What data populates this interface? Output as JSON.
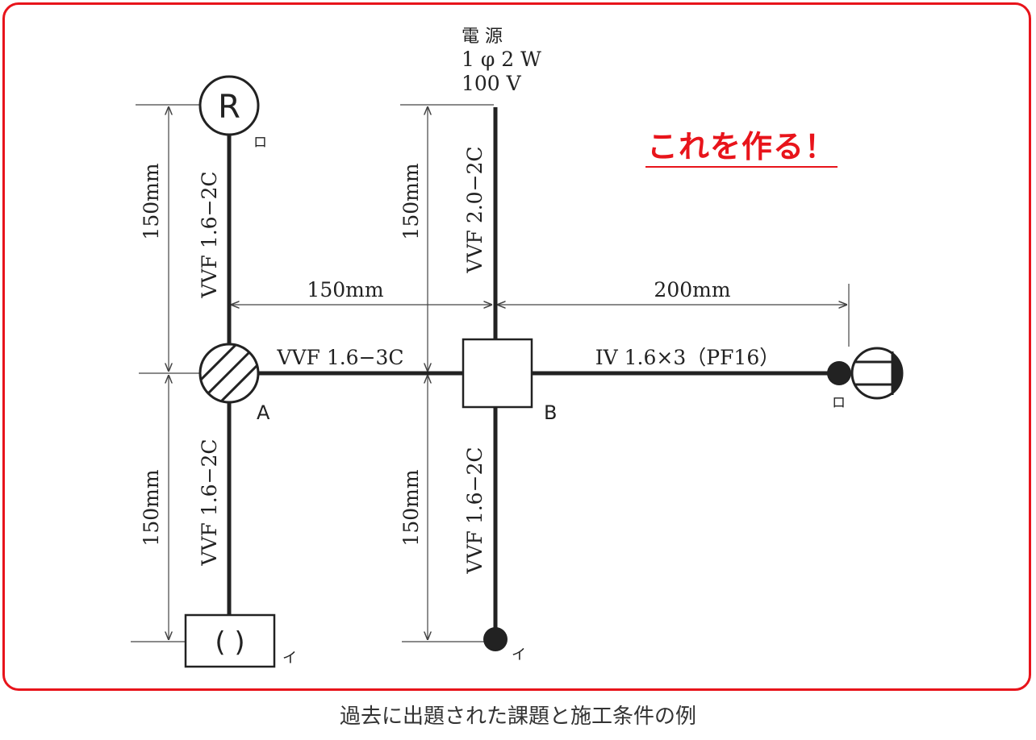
{
  "headline": "これを作る！",
  "caption": "過去に出題された課題と施工条件の例",
  "colors": {
    "accent": "#e8141b",
    "ink": "#222222"
  },
  "power_source": {
    "line1": "電 源",
    "line2": "1 φ 2 W",
    "line3": "100 V"
  },
  "cables": {
    "a_up": "VVF 1.6−2C",
    "a_down": "VVF 1.6−2C",
    "a_to_b": "VVF 1.6−3C",
    "source_to_b": "VVF 2.0−2C",
    "b_down": "VVF 1.6−2C",
    "b_right": "IV 1.6×3（PF16）"
  },
  "dimensions": {
    "left_upper": "150mm",
    "left_lower": "150mm",
    "a_to_b": "150mm",
    "center_upper": "150mm",
    "center_lower": "150mm",
    "b_to_right": "200mm"
  },
  "labels": {
    "box_a": "A",
    "box_b": "B",
    "receptacle_symbol": "R",
    "switch_top": "ロ",
    "switch_right": "ロ",
    "switch_bottom": "イ",
    "lamp_bottom": "イ",
    "lamp_bottom_symbol": "( )"
  },
  "icons": [
    "receptacle-r-icon",
    "hatched-junction-a-icon",
    "junction-box-b-icon",
    "switch-dot-icon",
    "lamp-holder-icon",
    "pilot-lamp-icon"
  ]
}
